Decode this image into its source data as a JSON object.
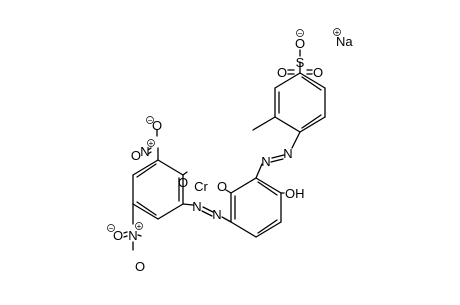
{
  "structure": {
    "bond_color": "#000000",
    "background": "#ffffff",
    "atoms": {
      "na": "Na",
      "na_charge": "+",
      "sulfonate_s": "S",
      "sulfonate_o_top": "O",
      "sulfonate_o_top_charge": "−",
      "sulfonate_o_left": "O",
      "sulfonate_o_right": "O",
      "azo1_n_a": "N",
      "azo1_n_b": "N",
      "azo2_n_a": "N",
      "azo2_n_b": "N",
      "o_right": "O",
      "cr": "Cr",
      "o_left": "O",
      "oh": "OH",
      "nitro1_n": "N",
      "nitro1_n_charge": "+",
      "nitro1_o_top": "O",
      "nitro1_o_top_charge": "−",
      "nitro1_o_bottom": "O",
      "nitro2_n": "N",
      "nitro2_n_charge": "+",
      "nitro2_o_side": "O",
      "nitro2_o_side_charge": "−",
      "nitro2_o_bottom": "O"
    }
  }
}
